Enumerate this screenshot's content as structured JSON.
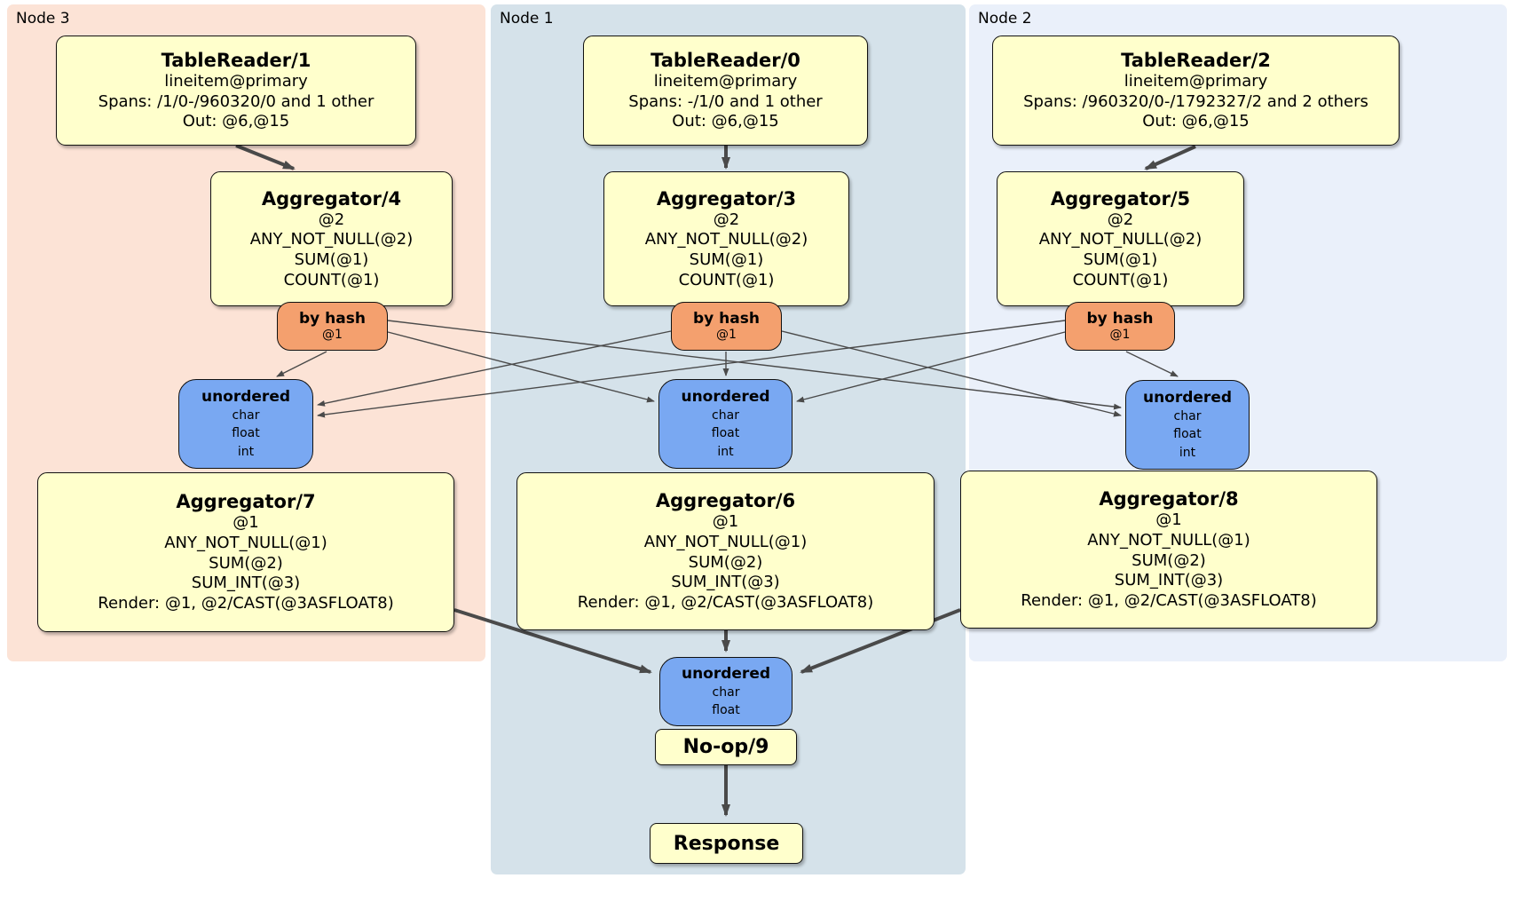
{
  "diagram": {
    "groups": [
      {
        "label": "Node 3"
      },
      {
        "label": "Node 1"
      },
      {
        "label": "Node 2"
      }
    ],
    "boxes": {
      "tableReader1": {
        "title": "TableReader/1",
        "lines": [
          "lineitem@primary",
          "Spans: /1/0-/960320/0 and 1 other",
          "Out: @6,@15"
        ]
      },
      "tableReader0": {
        "title": "TableReader/0",
        "lines": [
          "lineitem@primary",
          "Spans: -/1/0 and 1 other",
          "Out: @6,@15"
        ]
      },
      "tableReader2": {
        "title": "TableReader/2",
        "lines": [
          "lineitem@primary",
          "Spans: /960320/0-/1792327/2 and 2 others",
          "Out: @6,@15"
        ]
      },
      "aggregator4": {
        "title": "Aggregator/4",
        "lines": [
          "@2",
          "ANY_NOT_NULL(@2)",
          "SUM(@1)",
          "COUNT(@1)"
        ]
      },
      "aggregator3": {
        "title": "Aggregator/3",
        "lines": [
          "@2",
          "ANY_NOT_NULL(@2)",
          "SUM(@1)",
          "COUNT(@1)"
        ]
      },
      "aggregator5": {
        "title": "Aggregator/5",
        "lines": [
          "@2",
          "ANY_NOT_NULL(@2)",
          "SUM(@1)",
          "COUNT(@1)"
        ]
      },
      "routerLeft": {
        "title": "by hash",
        "lines": [
          "@1"
        ]
      },
      "routerCenter": {
        "title": "by hash",
        "lines": [
          "@1"
        ]
      },
      "routerRight": {
        "title": "by hash",
        "lines": [
          "@1"
        ]
      },
      "syncLeft": {
        "title": "unordered",
        "lines": [
          "char",
          "float",
          "int"
        ]
      },
      "syncCenter": {
        "title": "unordered",
        "lines": [
          "char",
          "float",
          "int"
        ]
      },
      "syncRight": {
        "title": "unordered",
        "lines": [
          "char",
          "float",
          "int"
        ]
      },
      "aggregator7": {
        "title": "Aggregator/7",
        "lines": [
          "@1",
          "ANY_NOT_NULL(@1)",
          "SUM(@2)",
          "SUM_INT(@3)",
          "Render: @1, @2/CAST(@3ASFLOAT8)"
        ]
      },
      "aggregator6": {
        "title": "Aggregator/6",
        "lines": [
          "@1",
          "ANY_NOT_NULL(@1)",
          "SUM(@2)",
          "SUM_INT(@3)",
          "Render: @1, @2/CAST(@3ASFLOAT8)"
        ]
      },
      "aggregator8": {
        "title": "Aggregator/8",
        "lines": [
          "@1",
          "ANY_NOT_NULL(@1)",
          "SUM(@2)",
          "SUM_INT(@3)",
          "Render: @1, @2/CAST(@3ASFLOAT8)"
        ]
      },
      "syncFinal": {
        "title": "unordered",
        "lines": [
          "char",
          "float"
        ]
      },
      "noop": {
        "title": "No-op/9"
      },
      "response": {
        "title": "Response"
      }
    },
    "colors": {
      "node3_bg": "#fce3d6",
      "node1_bg": "#d5e2ea",
      "node2_bg": "#eaf0fa",
      "processor_fill": "#ffffcc",
      "router_fill": "#f4a06e",
      "sync_fill": "#79a8f2",
      "edge": "#4a4a4a"
    }
  }
}
